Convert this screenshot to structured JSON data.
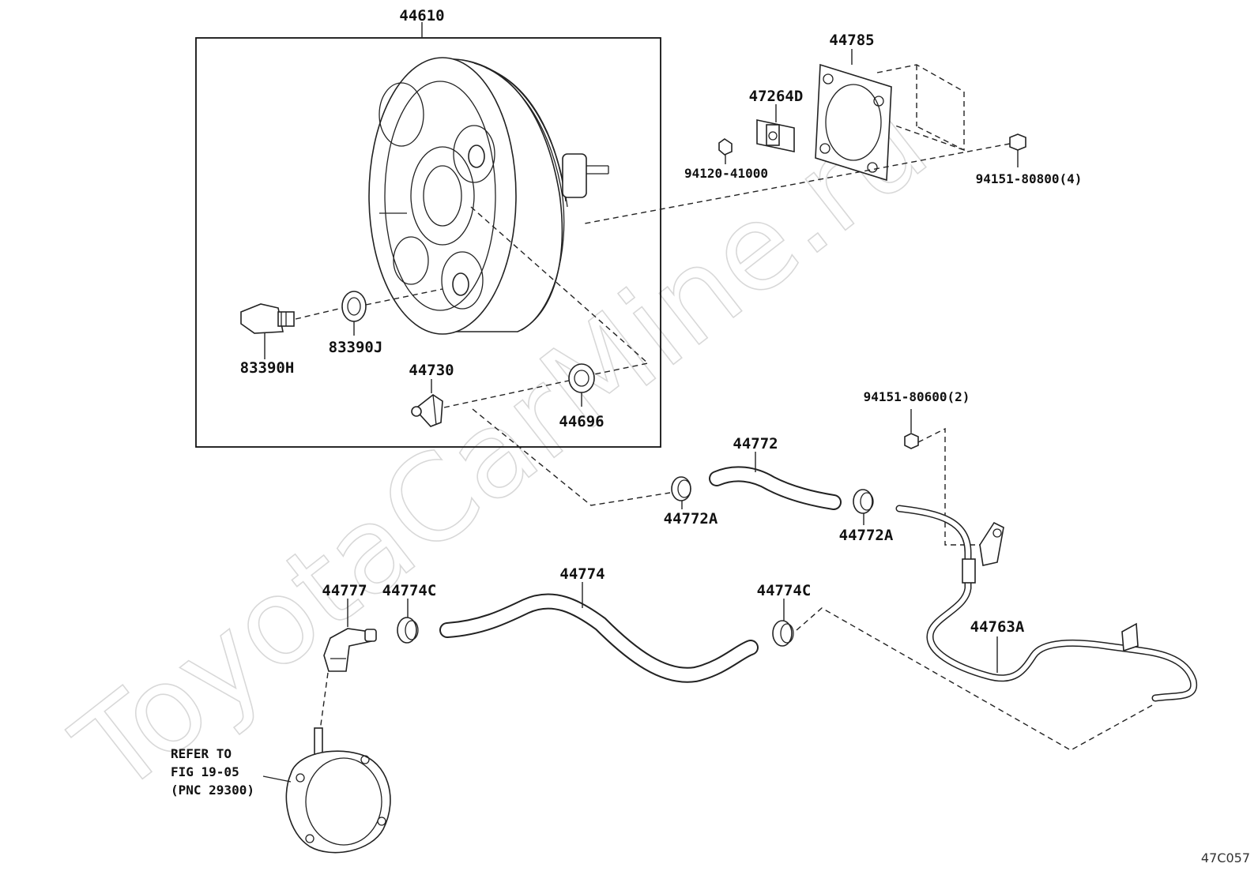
{
  "diagram": {
    "watermark": "ToyotaCarMine.ru",
    "figure_code": "47C057",
    "note_lines": [
      "REFER TO",
      "FIG 19-05",
      "(PNC 29300)"
    ],
    "labels": {
      "booster": "44610",
      "gasket": "44785",
      "bracket": "47264D",
      "nut_small": "94120-41000",
      "nut_4": "94151-80800(4)",
      "switch": "83390H",
      "grommet_switch": "83390J",
      "check_valve": "44730",
      "grommet_valve": "44696",
      "nut_2": "94151-80600(2)",
      "hose_upper": "44772",
      "clip_upper_left": "44772A",
      "clip_upper_right": "44772A",
      "hose_lower": "44774",
      "union": "44777",
      "clip_lower_left": "44774C",
      "clip_lower_right": "44774C",
      "pipe": "44763A"
    }
  }
}
